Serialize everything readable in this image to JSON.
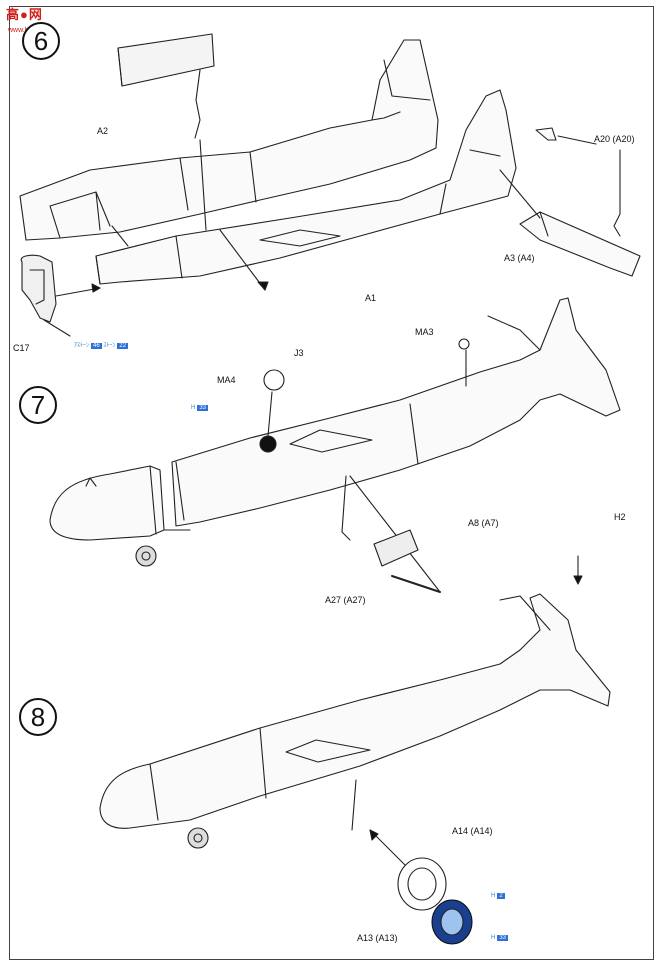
{
  "watermark": {
    "text": "高●网",
    "url": "www.hobby..."
  },
  "steps": [
    "6",
    "7",
    "8"
  ],
  "step6": {
    "labels": {
      "a2": "A2",
      "a1": "A1",
      "a20": "A20 (A20)",
      "a3": "A3 (A4)",
      "c17": "C17"
    },
    "paint": {
      "text1": "ｱｽﾄｰﾝ",
      "chip1": "46",
      "text2": "ｽﾄｰﾝ",
      "chip2": "22"
    }
  },
  "step7": {
    "labels": {
      "j3": "J3",
      "ma4": "MA4",
      "ma3": "MA3",
      "a8": "A8 (A7)",
      "a27": "A27 (A27)"
    },
    "paint": {
      "text": "H",
      "chip": "33"
    }
  },
  "step8": {
    "labels": {
      "h2": "H2",
      "a14": "A14 (A14)",
      "a13": "A13 (A13)"
    },
    "paint": {
      "text1": "H",
      "chip1": "2",
      "text2": "H",
      "chip2": "33"
    }
  }
}
